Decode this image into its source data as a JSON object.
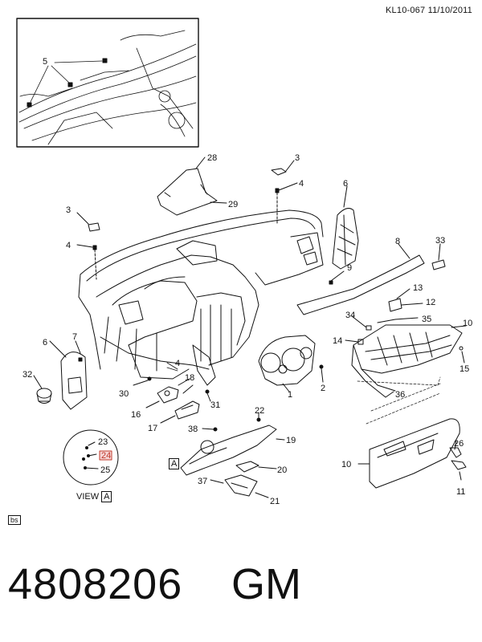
{
  "header": {
    "code_date": "KL10-067  11/10/2011"
  },
  "footer": {
    "part_number": "4808206",
    "brand": "GM",
    "small_tag": "bs"
  },
  "view": {
    "label": "VIEW",
    "letter": "A",
    "box_label": "A"
  },
  "callouts": [
    {
      "id": "c5",
      "text": "5"
    },
    {
      "id": "c28",
      "text": "28"
    },
    {
      "id": "c29",
      "text": "29"
    },
    {
      "id": "c3a",
      "text": "3"
    },
    {
      "id": "c4a",
      "text": "4"
    },
    {
      "id": "c6a",
      "text": "6"
    },
    {
      "id": "c3b",
      "text": "3"
    },
    {
      "id": "c4b",
      "text": "4"
    },
    {
      "id": "c8",
      "text": "8"
    },
    {
      "id": "c33",
      "text": "33"
    },
    {
      "id": "c9",
      "text": "9"
    },
    {
      "id": "c13",
      "text": "13"
    },
    {
      "id": "c12",
      "text": "12"
    },
    {
      "id": "c34",
      "text": "34"
    },
    {
      "id": "c35",
      "text": "35"
    },
    {
      "id": "c10a",
      "text": "10"
    },
    {
      "id": "c14",
      "text": "14"
    },
    {
      "id": "c7",
      "text": "7"
    },
    {
      "id": "c6b",
      "text": "6"
    },
    {
      "id": "c4c",
      "text": "4"
    },
    {
      "id": "c15",
      "text": "15"
    },
    {
      "id": "c32",
      "text": "32"
    },
    {
      "id": "c18",
      "text": "18"
    },
    {
      "id": "c30",
      "text": "30"
    },
    {
      "id": "c1",
      "text": "1"
    },
    {
      "id": "c2",
      "text": "2"
    },
    {
      "id": "c36",
      "text": "36"
    },
    {
      "id": "c16",
      "text": "16"
    },
    {
      "id": "c31",
      "text": "31"
    },
    {
      "id": "c17",
      "text": "17"
    },
    {
      "id": "c22",
      "text": "22"
    },
    {
      "id": "c38",
      "text": "38"
    },
    {
      "id": "c23",
      "text": "23"
    },
    {
      "id": "c24",
      "text": "24"
    },
    {
      "id": "c19",
      "text": "19"
    },
    {
      "id": "c26",
      "text": "26"
    },
    {
      "id": "c25",
      "text": "25"
    },
    {
      "id": "c10b",
      "text": "10"
    },
    {
      "id": "c20",
      "text": "20"
    },
    {
      "id": "c37",
      "text": "37"
    },
    {
      "id": "c11",
      "text": "11"
    },
    {
      "id": "c21",
      "text": "21"
    }
  ],
  "colors": {
    "line": "#111111",
    "highlight": "#c0392b",
    "highlight_fill": "#f6d6d6"
  }
}
